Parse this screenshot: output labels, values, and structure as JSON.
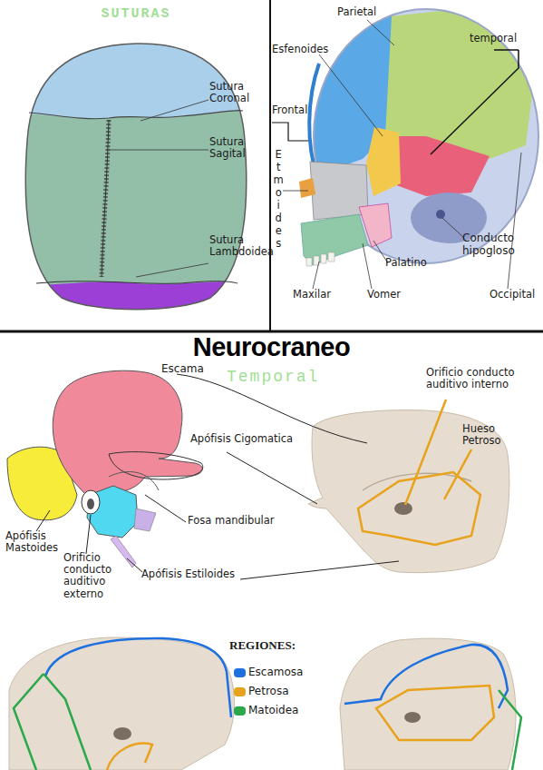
{
  "diagram": {
    "title": "Neurocraneo",
    "labels": [
      "SUTURAS",
      "Sutura Coronal",
      "Sutura Sagital",
      "Sutura Lambdoidea",
      "Parietal",
      "Esfenoides",
      "temporal",
      "Frontal",
      "Etmoides",
      "Conducto hipogloso",
      "Palatino",
      "Maxilar",
      "Vomer",
      "Occipital",
      "Temporal",
      "Escama",
      "Orificio conducto auditivo interno",
      "Hueso Petroso",
      "Apófisis Cigomatica",
      "Fosa mandibular",
      "Apófisis Mastoides",
      "Orificio conducto auditivo externo",
      "Apófisis Estiloides",
      "REGIONES:"
    ],
    "legend": [
      {
        "text": "Escamosa",
        "color": "#1e6fe0"
      },
      {
        "text": "Petrosa",
        "color": "#e8a21c"
      },
      {
        "text": "Matoidea",
        "color": "#2aa84a"
      }
    ]
  }
}
